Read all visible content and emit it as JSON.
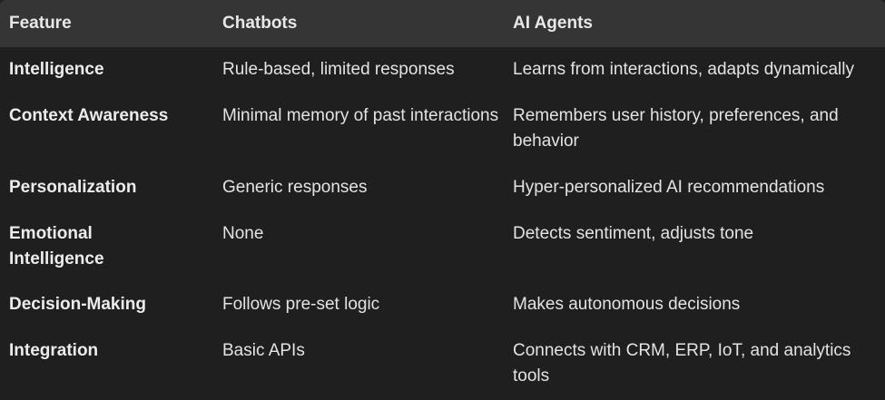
{
  "table": {
    "headers": [
      "Feature",
      "Chatbots",
      "AI Agents"
    ],
    "rows": [
      [
        "Intelligence",
        "Rule-based, limited responses",
        "Learns from interactions, adapts dynamically"
      ],
      [
        "Context Awareness",
        "Minimal memory of past interactions",
        "Remembers user history, preferences, and behavior"
      ],
      [
        "Personalization",
        "Generic responses",
        "Hyper-personalized AI recommendations"
      ],
      [
        "Emotional Intelligence",
        "None",
        "Detects sentiment, adjusts tone"
      ],
      [
        "Decision-Making",
        "Follows pre-set logic",
        "Makes autonomous decisions"
      ],
      [
        "Integration",
        "Basic APIs",
        "Connects with CRM, ERP, IoT, and analytics tools"
      ]
    ]
  },
  "colors": {
    "background": "#1f1f1f",
    "header_background": "#353535",
    "text": "#e3e3e3"
  }
}
